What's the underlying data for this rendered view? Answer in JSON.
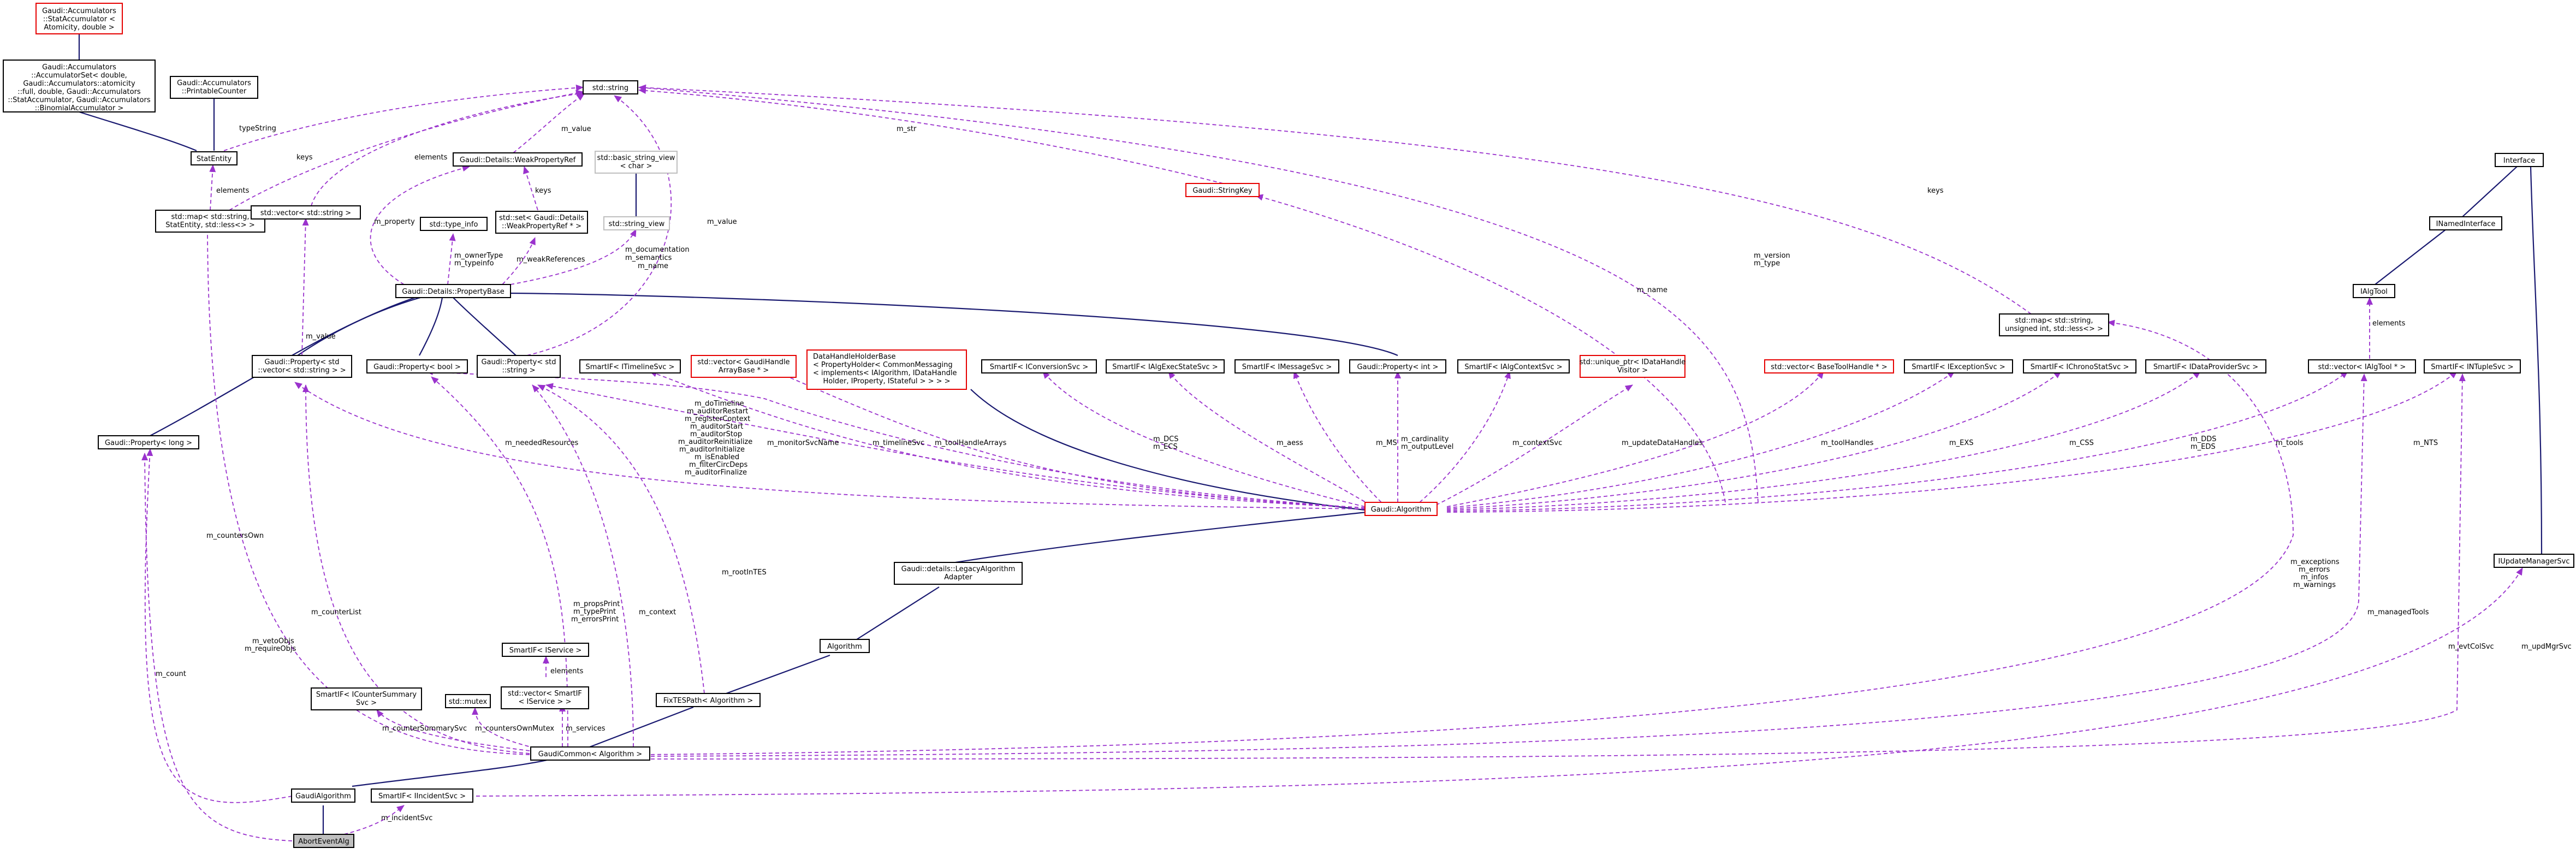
{
  "colors": {
    "inheritance": "#191970",
    "usage": "#9a32cd",
    "class_border": "#000000",
    "undocumented_border": "#e60000",
    "template_border": "#bfbfbf",
    "focus_fill": "#bfbfbf"
  },
  "nodes": {
    "stataccum": [
      "Gaudi::Accumulators",
      "::StatAccumulator <",
      "Atomicity, double >"
    ],
    "accumset": [
      "Gaudi::Accumulators",
      "::AccumulatorSet< double,",
      "Gaudi::Accumulators::atomicity",
      "::full, double, Gaudi::Accumulators",
      "::StatAccumulator, Gaudi::Accumulators",
      "::BinomialAccumulator >"
    ],
    "printable": [
      "Gaudi::Accumulators",
      "::PrintableCounter"
    ],
    "statentity": [
      "StatEntity"
    ],
    "stdmap_stat": [
      "std::map< std::string,",
      "StatEntity, std::less<> >"
    ],
    "stdstring": [
      "std::string"
    ],
    "weakref": [
      "Gaudi::Details::WeakPropertyRef"
    ],
    "basicsv": [
      "std::basic_string_view",
      "< char >"
    ],
    "typeinfo": [
      "std::type_info"
    ],
    "stdset_weak": [
      "std::set< Gaudi::Details",
      "::WeakPropertyRef * >"
    ],
    "stringview": [
      "std::string_view"
    ],
    "vec_string": [
      "std::vector< std::string >"
    ],
    "propbase": [
      "Gaudi::Details::PropertyBase"
    ],
    "prop_vec": [
      "Gaudi::Property< std",
      "::vector< std::string > >"
    ],
    "prop_bool": [
      "Gaudi::Property< bool >"
    ],
    "prop_string": [
      "Gaudi::Property< std",
      "::string >"
    ],
    "prop_long": [
      "Gaudi::Property< long >"
    ],
    "prop_int": [
      "Gaudi::Property< int >"
    ],
    "stringkey": [
      "Gaudi::StringKey"
    ],
    "sp_timeline": [
      "SmartIF< ITimelineSvc >"
    ],
    "vec_gaudihandle": [
      "std::vector< GaudiHandle",
      "ArrayBase * >"
    ],
    "dhholder": [
      "DataHandleHolderBase",
      "< PropertyHolder< CommonMessaging",
      "< implements< IAlgorithm, IDataHandle",
      "Holder, IProperty, IStateful > > > >"
    ],
    "sp_conversion": [
      "SmartIF< IConversionSvc >"
    ],
    "sp_algexec": [
      "SmartIF< IAlgExecStateSvc >"
    ],
    "sp_message": [
      "SmartIF< IMessageSvc >"
    ],
    "sp_algcontext": [
      "SmartIF< IAlgContextSvc >"
    ],
    "uptr_visitor": [
      "std::unique_ptr< IDataHandle",
      "Visitor >"
    ],
    "vec_basetoolhandle": [
      "std::vector< BaseToolHandle * >"
    ],
    "sp_exception": [
      "SmartIF< IExceptionSvc >"
    ],
    "sp_chrono": [
      "SmartIF< IChronoStatSvc >"
    ],
    "sp_dataprovider": [
      "SmartIF< IDataProviderSvc >"
    ],
    "map_keys": [
      "std::map< std::string,",
      "unsigned int, std::less<> >"
    ],
    "interface": [
      "Interface"
    ],
    "inamed": [
      "INamedInterface"
    ],
    "ialgtool": [
      "IAlgTool"
    ],
    "vec_ialgtool": [
      "std::vector< IAlgTool * >"
    ],
    "sp_ntuple": [
      "SmartIF< INTupleSvc >"
    ],
    "gaudialgorithm_base": [
      "Gaudi::Algorithm"
    ],
    "legacy": [
      "Gaudi::details::LegacyAlgorithm",
      "Adapter"
    ],
    "algorithm": [
      "Algorithm"
    ],
    "fixtes": [
      "FixTESPath< Algorithm >"
    ],
    "sp_iservice": [
      "SmartIF< IService >"
    ],
    "vec_sp_iservice": [
      "std::vector< SmartIF",
      "< IService > >"
    ],
    "sp_countersummary": [
      "SmartIF< ICounterSummary",
      "Svc >"
    ],
    "mutex": [
      "std::mutex"
    ],
    "gaudicommon": [
      "GaudiCommon< Algorithm >"
    ],
    "gaudialgorithm": [
      "GaudiAlgorithm"
    ],
    "sp_incident": [
      "SmartIF< IIncidentSvc >"
    ],
    "aborteventalg": [
      "AbortEventAlg"
    ],
    "iupdatemgr": [
      "IUpdateManagerSvc"
    ]
  },
  "edge_labels": {
    "typestring": "typeString",
    "keys_a": "keys",
    "elements_a": "elements",
    "elements_b": "elements",
    "m_value_a": "m_value",
    "m_str": "m_str",
    "keys_b": "keys",
    "keys_c": "keys",
    "m_property": "m_property",
    "m_value_b": "m_value",
    "m_ownertype": [
      "m_ownerType",
      "m_typeinfo"
    ],
    "m_weakreferences": "m_weakReferences",
    "m_documentation": [
      "m_documentation",
      "m_semantics",
      "m_name"
    ],
    "m_version": [
      "m_version",
      "m_type"
    ],
    "m_name": "m_name",
    "elements_c": "elements",
    "m_value_c": "m_value",
    "m_dotimeline": [
      "m_doTimeline",
      "m_auditorRestart",
      "m_registerContext",
      "m_auditorStart",
      "m_auditorStop",
      "m_auditorReinitialize",
      "m_auditorInitialize",
      "m_isEnabled",
      "m_filterCircDeps",
      "m_auditorFinalize"
    ],
    "m_neededresources": "m_neededResources",
    "m_monitorsvcname": "m_monitorSvcName",
    "m_timelinesvc": "m_timelineSvc",
    "m_toolhandlearrays": "m_toolHandleArrays",
    "m_dcs": [
      "m_DCS",
      "m_ECS"
    ],
    "m_aess": "m_aess",
    "m_ms": "m_MS",
    "m_cardinality": [
      "m_cardinality",
      "m_outputLevel"
    ],
    "m_contextsvc": "m_contextSvc",
    "m_updatedatahandles": "m_updateDataHandles",
    "m_toolhandles": "m_toolHandles",
    "m_exs": "m_EXS",
    "m_css": "m_CSS",
    "m_dds": [
      "m_DDS",
      "m_EDS"
    ],
    "m_tools": "m_tools",
    "m_nts": "m_NTS",
    "m_countersown": "m_countersOwn",
    "m_rootintes": "m_rootInTES",
    "m_propsprint": [
      "m_propsPrint",
      "m_typePrint",
      "m_errorsPrint"
    ],
    "m_context": "m_context",
    "m_counterlist": "m_counterList",
    "m_vetoobjs": [
      "m_vetoObjs",
      "m_requireObjs"
    ],
    "m_count": "m_count",
    "m_exceptions": [
      "m_exceptions",
      "m_errors",
      "m_infos",
      "m_warnings"
    ],
    "m_managedtools": "m_managedTools",
    "m_evtcolsvc": "m_evtColSvc",
    "m_updmgrsvc": "m_updMgrSvc",
    "elements_d": "elements",
    "m_countersummarysvc": "m_counterSummarySvc",
    "m_countersownmutex": "m_countersOwnMutex",
    "m_services": "m_services",
    "m_incidentsvc": "m_incidentSvc"
  }
}
